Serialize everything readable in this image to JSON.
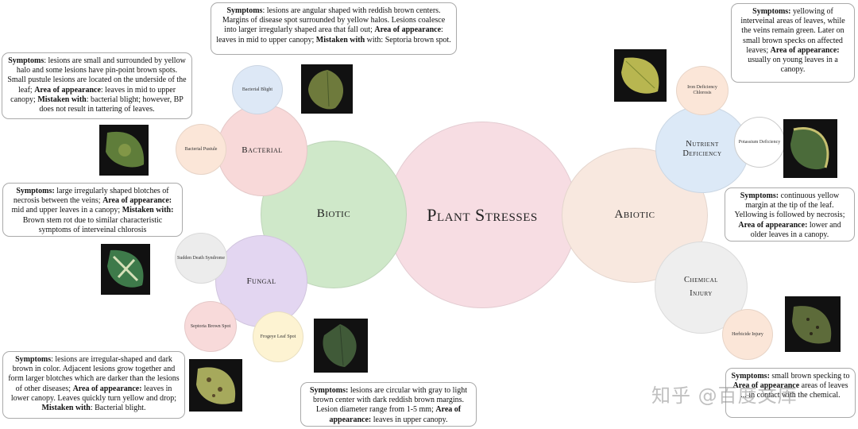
{
  "center": {
    "label": "Plant Stresses",
    "color": "#f7dde3"
  },
  "groups": {
    "biotic": {
      "label": "Biotic",
      "color": "#cfe8c9"
    },
    "abiotic": {
      "label": "Abiotic",
      "color": "#f8e8df"
    },
    "bacterial": {
      "label": "Bacterial",
      "color": "#f8d9d9"
    },
    "fungal": {
      "label": "Fungal",
      "color": "#e3d6f1"
    },
    "nutrient": {
      "label_line1": "Nutrient",
      "label_line2": "Deficiency",
      "color": "#dce9f7"
    },
    "chemical": {
      "label_line1": "Chemical",
      "label_line2": "Injury",
      "color": "#eeeeee"
    }
  },
  "diseases": {
    "bacterial_blight": "Bacterial Blight",
    "bacterial_pustule": "Bacterial Pustule",
    "sudden_death": "Sudden Death Syndrome",
    "septoria": "Septoria Brown Spot",
    "frogeye": "Frogeye Leaf Spot",
    "iron": "Iron Deficiency Chlorosis",
    "potassium": "Potassium Deficiency",
    "herbicide": "Herbicide Injury"
  },
  "terms": {
    "symptoms": "Symptoms",
    "area": "Area of appearance",
    "mistaken": "Mistaken with"
  },
  "notes": {
    "blight": {
      "symptoms": ": lesions are angular shaped with reddish brown centers. Margins of disease spot surrounded by yellow halos. Lesions coalesce into larger irregularly shaped area that fall out; ",
      "area": ": leaves in mid to upper canopy; ",
      "mistaken": " with: Septoria brown spot."
    },
    "pustule": {
      "symptoms": ": lesions are small and surrounded by yellow halo and some lesions have pin-point brown spots. Small pustule lesions are located on the underside of the leaf; ",
      "area": ": leaves in mid to upper canopy; ",
      "mistaken": ": bacterial blight; however, BP does not result in tattering of leaves."
    },
    "sds": {
      "symptoms": " large irregularly shaped blotches of necrosis between the veins; ",
      "area": " mid and upper leaves in a canopy; ",
      "mistaken": " Brown stem rot due to similar characteristic symptoms of interveinal chlorosis"
    },
    "septoria": {
      "symptoms": ": lesions are irregular-shaped and dark brown in color. Adjacent lesions grow together and form larger blotches which are darker than the lesions of other diseases; ",
      "area": " leaves in lower canopy. Leaves quickly turn yellow and drop; ",
      "mistaken": ": Bacterial blight."
    },
    "frogeye": {
      "symptoms": " lesions are circular with gray to light brown center with dark reddish brown margins. Lesion diameter range from 1-5 mm; ",
      "area": " leaves in upper canopy."
    },
    "iron": {
      "symptoms": " yellowing of interveinal areas of leaves, while the veins remain green. Later on small brown specks on affected leaves; ",
      "area": " usually on young leaves in a canopy."
    },
    "potassium": {
      "symptoms": " continuous yellow margin at the tip of the leaf. Yellowing is followed by necrosis; ",
      "area": " lower and older leaves in a canopy."
    },
    "herbicide": {
      "symptoms": " small brown specking to ",
      "partial": " areas of leaves ... in contact with the chemical."
    }
  },
  "watermark": "知乎 @百度文库"
}
